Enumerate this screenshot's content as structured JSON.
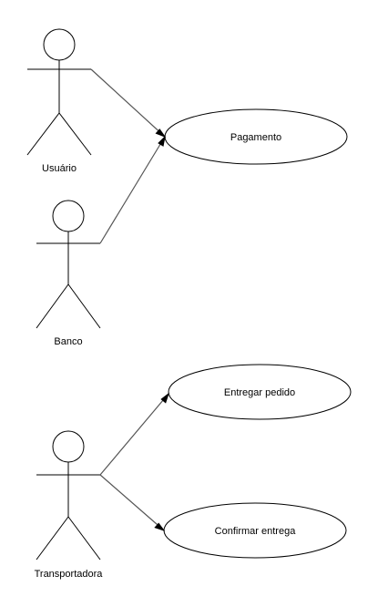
{
  "actors": {
    "usuario": "Usuário",
    "banco": "Banco",
    "transportadora": "Transportadora"
  },
  "use_cases": {
    "pagamento": "Pagamento",
    "entregar_pedido": "Entregar pedido",
    "confirmar_entrega": "Confirmar entrega"
  },
  "colors": {
    "line": "#000000",
    "association": "#555555",
    "background": "#ffffff"
  }
}
